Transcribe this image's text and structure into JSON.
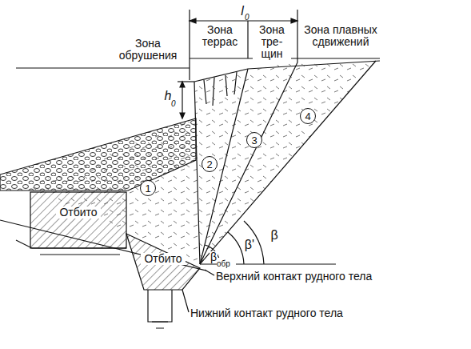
{
  "diagram": {
    "nodes": [
      {
        "text": [
          "1"
        ]
      },
      {
        "text": [
          "2"
        ]
      },
      {
        "text": [
          "3"
        ]
      },
      {
        "text": [
          "4"
        ]
      }
    ],
    "labels": [
      "Зона обрушения",
      "Зона террас",
      "Зона тре- щин",
      "Зона плавных сдвижений",
      "l",
      "0",
      "h",
      "0",
      "Отбито",
      "Отбито",
      "β",
      "β'",
      "β",
      "обр",
      "Верхний контакт рудного тела",
      "Нижний контакт рудного тела"
    ]
  }
}
